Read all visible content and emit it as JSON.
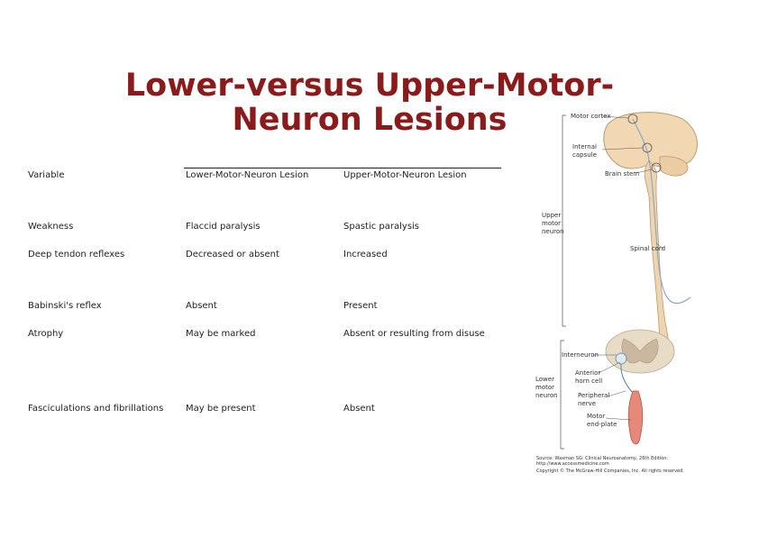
{
  "title": {
    "line1": "Lower-versus Upper-Motor-",
    "line2": "Neuron Lesions"
  },
  "table": {
    "headers": [
      "Variable",
      "Lower-Motor-Neuron Lesion",
      "Upper-Motor-Neuron Lesion"
    ],
    "rows": [
      [
        "Weakness",
        "Flaccid paralysis",
        "Spastic paralysis"
      ],
      [
        "Deep tendon reflexes",
        "Decreased or absent",
        "Increased"
      ],
      [
        "Babinski's reflex",
        "Absent",
        "Present"
      ],
      [
        "Atrophy",
        "May be marked",
        "Absent or resulting from disuse"
      ],
      [
        "Fasciculations and fibrillations",
        "May be present",
        "Absent"
      ]
    ]
  },
  "figure": {
    "labels": {
      "motor_cortex": "Motor cortex",
      "internal_capsule_1": "Internal",
      "internal_capsule_2": "capsule",
      "brain_stem": "Brain stem",
      "upper_1": "Upper",
      "upper_2": "motor",
      "upper_3": "neuron",
      "spinal_cord": "Spinal cord",
      "interneuron": "Interneuron",
      "anterior_1": "Anterior",
      "anterior_2": "horn cell",
      "peripheral_1": "Peripheral",
      "peripheral_2": "nerve",
      "lower_1": "Lower",
      "lower_2": "motor",
      "lower_3": "neuron",
      "endplate_1": "Motor",
      "endplate_2": "end-plate"
    },
    "credit": {
      "line1": "Source: Waxman SG: Clinical Neuroanatomy, 26th Edition:",
      "line2": "http://www.accessmedicine.com",
      "line3": "Copyright © The McGraw-Hill Companies, Inc. All rights reserved."
    }
  }
}
